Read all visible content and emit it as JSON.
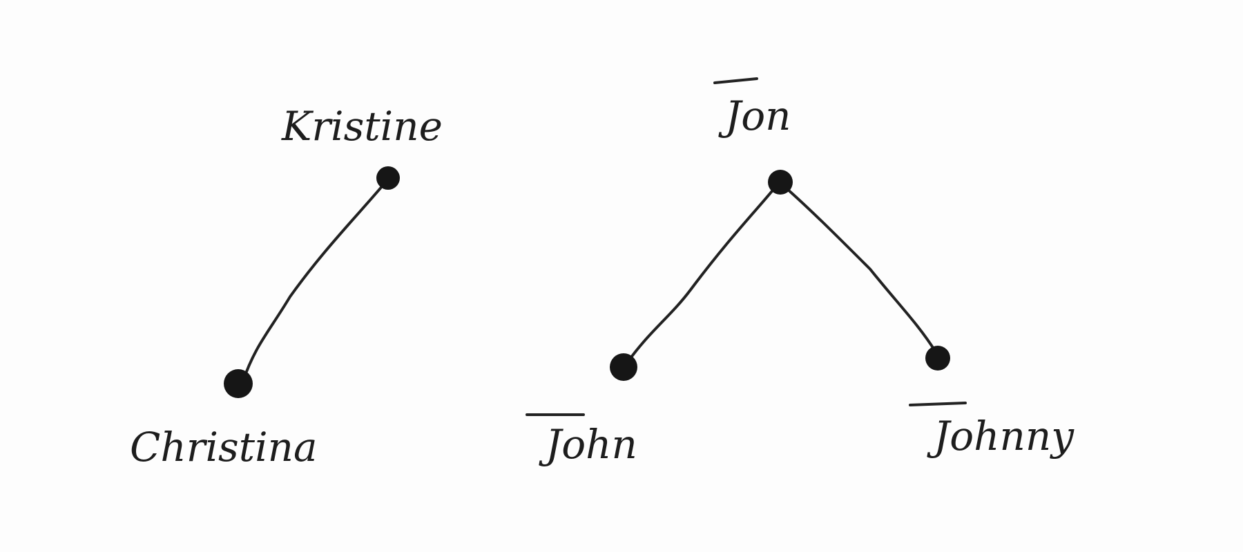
{
  "diagram": {
    "ink_color": "#1d1d1d",
    "nodes": [
      {
        "id": "kristine",
        "label": "Kristine"
      },
      {
        "id": "christina",
        "label": "Christina"
      },
      {
        "id": "jon",
        "label": "Jon"
      },
      {
        "id": "john",
        "label": "John"
      },
      {
        "id": "johnny",
        "label": "Johnny"
      }
    ],
    "edges": [
      {
        "from": "kristine",
        "to": "christina"
      },
      {
        "from": "jon",
        "to": "john"
      },
      {
        "from": "jon",
        "to": "johnny"
      }
    ]
  }
}
